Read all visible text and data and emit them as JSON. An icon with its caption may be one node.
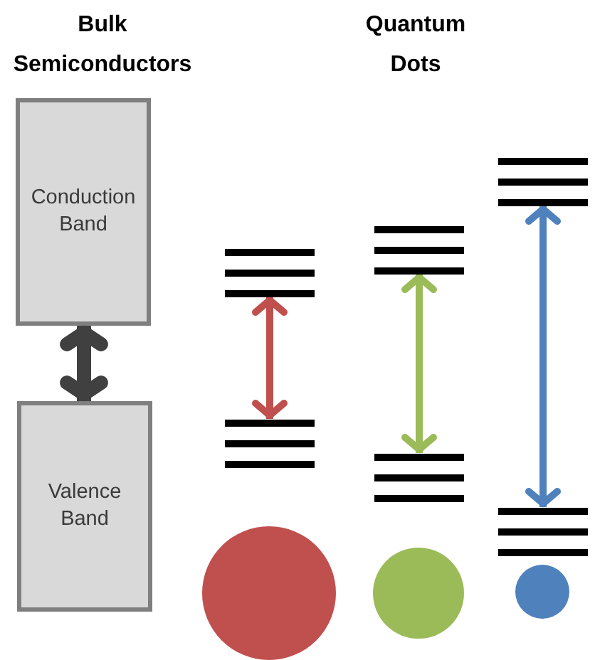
{
  "diagram": {
    "nodes": [
      {
        "text": [
          "Conduction Band"
        ]
      },
      {
        "text": [
          "Valence Band"
        ]
      },
      {
        "text": [],
        "shape": "bar"
      },
      {
        "text": [],
        "shape": "bar"
      },
      {
        "text": [],
        "shape": "bar"
      },
      {
        "text": [],
        "shape": "bar"
      },
      {
        "text": [],
        "shape": "bar"
      },
      {
        "text": [],
        "shape": "bar"
      },
      {
        "text": [],
        "shape": "circle"
      },
      {
        "text": [],
        "shape": "circle"
      },
      {
        "text": [],
        "shape": "circle"
      }
    ],
    "edges": [
      {
        "from": 0,
        "to": 1,
        "arrow": "both",
        "style": "thick",
        "color": "#404040"
      },
      {
        "from": 2,
        "to": 3,
        "arrow": "both",
        "color": "#c0504d"
      },
      {
        "from": 4,
        "to": 5,
        "arrow": "both",
        "color": "#9bbb59"
      },
      {
        "from": 6,
        "to": 7,
        "arrow": "both",
        "color": "#4f81bd"
      }
    ],
    "labels": [
      "Bulk Semiconductors",
      "Quantum Dots"
    ]
  }
}
